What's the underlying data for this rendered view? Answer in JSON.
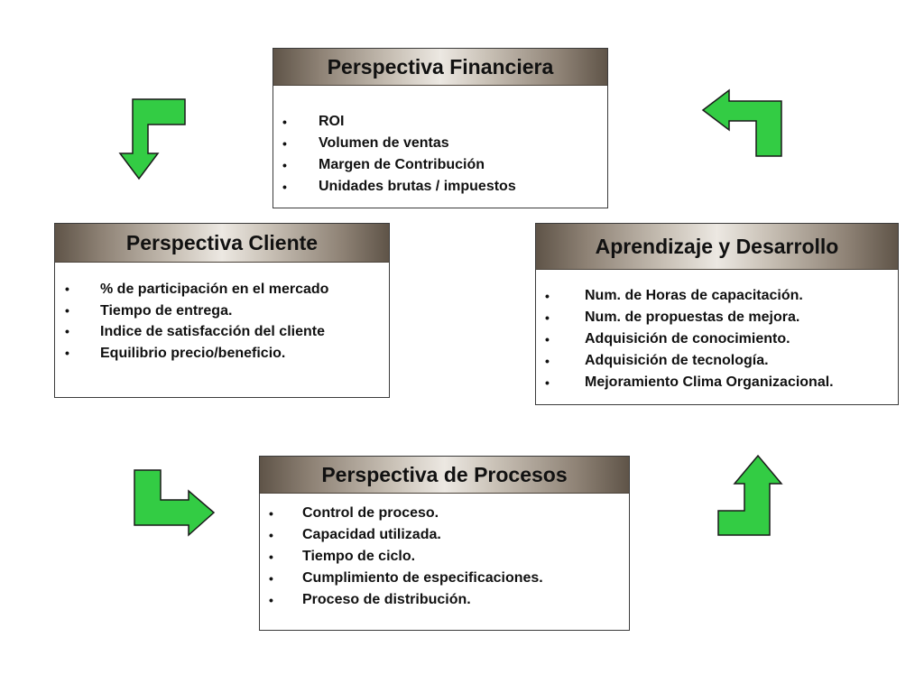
{
  "colors": {
    "arrow_fill": "#33cc44",
    "arrow_stroke": "#1a1a1a",
    "border": "#3b3b3b"
  },
  "financiera": {
    "title": "Perspectiva Financiera",
    "items": [
      "ROI",
      "Volumen de ventas",
      "Margen de Contribución",
      "Unidades brutas / impuestos"
    ]
  },
  "cliente": {
    "title": "Perspectiva Cliente",
    "items": [
      "% de participación en el mercado",
      "Tiempo de entrega.",
      "Indice de satisfacción del cliente",
      "Equilibrio precio/beneficio."
    ]
  },
  "aprendizaje": {
    "title": "Aprendizaje y Desarrollo",
    "items": [
      "Num. de Horas de capacitación.",
      "Num. de propuestas de mejora.",
      "Adquisición de conocimiento.",
      "Adquisición de tecnología.",
      "Mejoramiento Clima Organizacional."
    ]
  },
  "procesos": {
    "title": "Perspectiva de Procesos",
    "items": [
      "Control de proceso.",
      "Capacidad utilizada.",
      "Tiempo de ciclo.",
      "Cumplimiento de especificaciones.",
      "Proceso de distribución."
    ]
  },
  "bullet_char": "•"
}
